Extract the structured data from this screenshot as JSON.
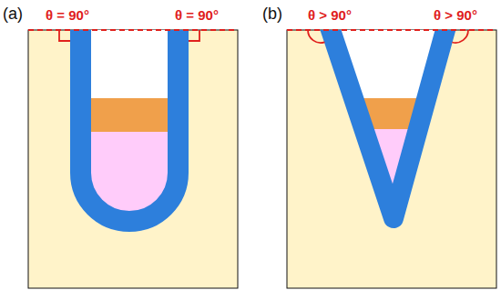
{
  "diagram": {
    "labels": [
      "(a)",
      "θ = 90°",
      "θ = 90°",
      "(b)",
      "θ > 90°",
      "θ > 90°"
    ]
  }
}
